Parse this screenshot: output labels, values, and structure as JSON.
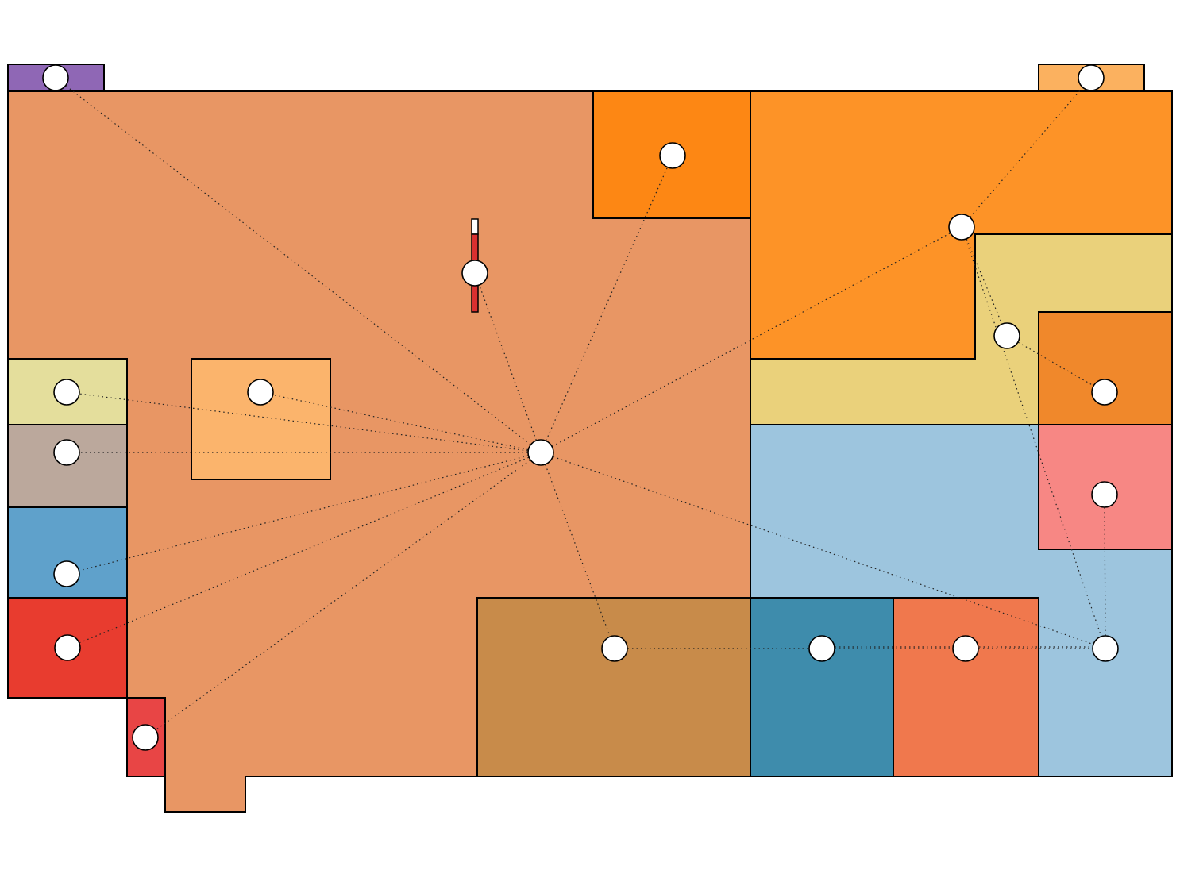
{
  "diagram": {
    "rooms": [
      {
        "id": "main",
        "color": "#e89664"
      },
      {
        "id": "top-left-annex",
        "color": "#8f67b5"
      },
      {
        "id": "top-right-annex",
        "color": "#fbb15f"
      },
      {
        "id": "orange-top-center",
        "color": "#fd8714"
      },
      {
        "id": "orange-top-right",
        "color": "#fd9327"
      },
      {
        "id": "yellow-right",
        "color": "#ead17b"
      },
      {
        "id": "orange-small-right",
        "color": "#f0882b"
      },
      {
        "id": "light-blue",
        "color": "#9dc5de"
      },
      {
        "id": "pink",
        "color": "#f78784"
      },
      {
        "id": "khaki-left",
        "color": "#e4de9c"
      },
      {
        "id": "light-orange-box",
        "color": "#fbb46c"
      },
      {
        "id": "taupe-left",
        "color": "#bba89c"
      },
      {
        "id": "blue-left",
        "color": "#5fa1cb"
      },
      {
        "id": "red-left",
        "color": "#e83c2f"
      },
      {
        "id": "red-small",
        "color": "#e84545"
      },
      {
        "id": "brown-bottom",
        "color": "#c88b4a"
      },
      {
        "id": "teal-bottom",
        "color": "#3e8cac"
      },
      {
        "id": "coral-bottom",
        "color": "#f0784d"
      }
    ],
    "marker": {
      "id": "thermometer-marker",
      "fill_color": "#d83030",
      "empty_color": "#ffffff"
    },
    "nodes": [
      {
        "id": "hub"
      },
      {
        "id": "purple-node"
      },
      {
        "id": "top-right-annex-node"
      },
      {
        "id": "orange-top-center-node"
      },
      {
        "id": "marker-node"
      },
      {
        "id": "orange-right-node"
      },
      {
        "id": "yellow-node"
      },
      {
        "id": "orange-small-node"
      },
      {
        "id": "pink-node"
      },
      {
        "id": "blue-right-node"
      },
      {
        "id": "khaki-node"
      },
      {
        "id": "light-orange-node"
      },
      {
        "id": "taupe-node"
      },
      {
        "id": "blue-left-node"
      },
      {
        "id": "red-left-node"
      },
      {
        "id": "red-small-node"
      },
      {
        "id": "brown-node"
      },
      {
        "id": "teal-node"
      },
      {
        "id": "coral-node"
      }
    ]
  }
}
